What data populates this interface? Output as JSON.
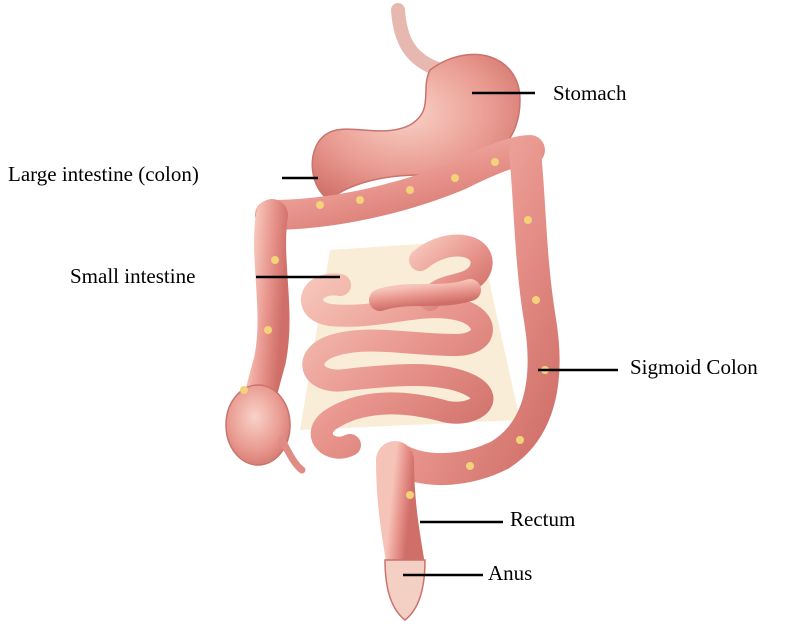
{
  "labels": {
    "stomach": "Stomach",
    "large_intestine": "Large intestine (colon)",
    "small_intestine": "Small intestine",
    "sigmoid_colon": "Sigmoid Colon",
    "rectum": "Rectum",
    "anus": "Anus"
  },
  "colors": {
    "tissue": "#e58f88",
    "tissue_light": "#f2b7ad",
    "tissue_dark": "#c8645e",
    "fat": "#f3d27a",
    "mesentery": "#f6e6c8",
    "leader_line": "#000000"
  }
}
